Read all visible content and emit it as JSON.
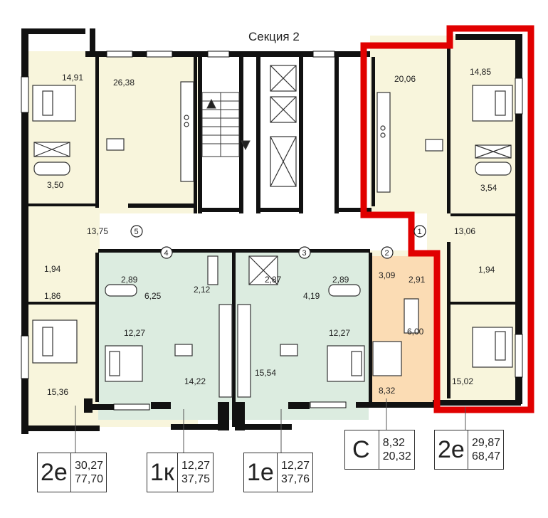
{
  "section_title": "Секция 2",
  "rooms": {
    "r1": "14,91",
    "r2": "26,38",
    "r3": "3,50",
    "r4": "13,75",
    "r5": "1,94",
    "r6": "1,86",
    "r7": "15,36",
    "r8": "2,89",
    "r9": "6,25",
    "r10": "2,12",
    "r11": "12,27",
    "r12": "14,22",
    "r13": "2,87",
    "r14": "4,19",
    "r15": "2,89",
    "r16": "15,54",
    "r17": "12,27",
    "r18": "3,09",
    "r19": "2,91",
    "r20": "6,00",
    "r21": "8,32",
    "r22": "20,06",
    "r23": "14,85",
    "r24": "3,54",
    "r25": "13,06",
    "r26": "1,94",
    "r27": "15,02"
  },
  "unit_numbers": [
    "5",
    "4",
    "3",
    "2",
    "1"
  ],
  "badges": [
    {
      "type": "2е",
      "top": "30,27",
      "bottom": "77,70"
    },
    {
      "type": "1к",
      "top": "12,27",
      "bottom": "37,75"
    },
    {
      "type": "1е",
      "top": "12,27",
      "bottom": "37,76"
    },
    {
      "type": "С",
      "top": "8,32",
      "bottom": "20,32"
    },
    {
      "type": "2е",
      "top": "29,87",
      "bottom": "68,47"
    }
  ],
  "colors": {
    "apt_cream": "#f8f5dc",
    "apt_green": "#dcece0",
    "apt_orange": "#fbdcb4",
    "wall": "#111111",
    "highlight": "#e10000"
  }
}
